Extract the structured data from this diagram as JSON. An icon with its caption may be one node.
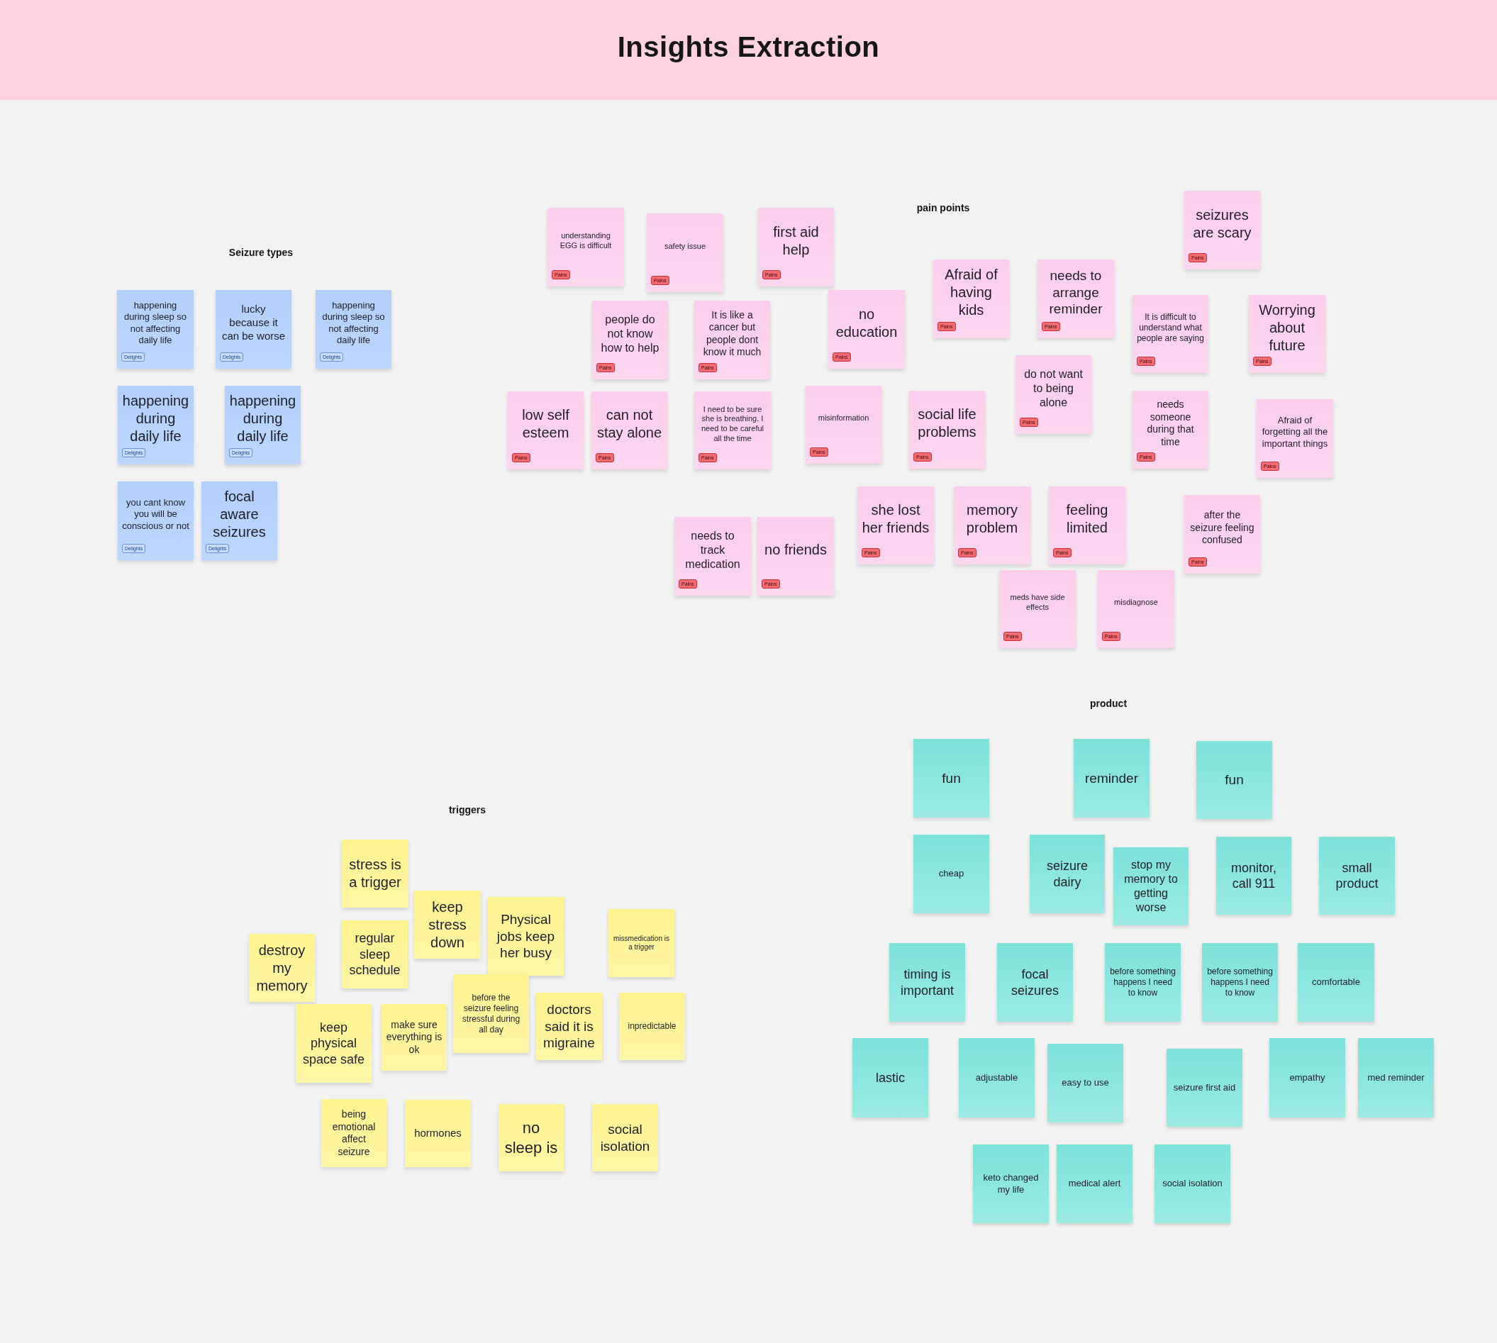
{
  "diagram": {
    "title": "Insights Extraction",
    "nodes": [
      {
        "text": [
          "happening during sleep so not affecting daily life",
          "Delights"
        ]
      },
      {
        "text": [
          "lucky because it can be worse",
          "Delights"
        ]
      },
      {
        "text": [
          "happening during sleep so not affecting daily life",
          "Delights"
        ]
      },
      {
        "text": [
          "happening during daily life",
          "Delights"
        ]
      },
      {
        "text": [
          "happening during daily life",
          "Delights"
        ]
      },
      {
        "text": [
          "you cant know you will be conscious or not",
          "Delights"
        ]
      },
      {
        "text": [
          "focal aware seizures",
          "Delights"
        ]
      },
      {
        "text": [
          "understanding EGG is difficult",
          "Pains"
        ]
      },
      {
        "text": [
          "safety issue",
          "Pains"
        ]
      },
      {
        "text": [
          "first aid help",
          "Pains"
        ]
      },
      {
        "text": [
          "seizures are scary",
          "Pains"
        ]
      },
      {
        "text": [
          "people do not know how to help",
          "Pains"
        ]
      },
      {
        "text": [
          "It is like a cancer but people dont know it much",
          "Pains"
        ]
      },
      {
        "text": [
          "no education",
          "Pains"
        ]
      },
      {
        "text": [
          "Afraid of having kids",
          "Pains"
        ]
      },
      {
        "text": [
          "needs to arrange reminder",
          "Pains"
        ]
      },
      {
        "text": [
          "It is difficult to understand what people are saying",
          "Pains"
        ]
      },
      {
        "text": [
          "Worrying about future",
          "Pains"
        ]
      },
      {
        "text": [
          "low self esteem",
          "Pains"
        ]
      },
      {
        "text": [
          "can not stay alone",
          "Pains"
        ]
      },
      {
        "text": [
          "I need to be sure she is breathing. I need to be careful all the time",
          "Pains"
        ]
      },
      {
        "text": [
          "misinformation",
          "Pains"
        ]
      },
      {
        "text": [
          "social life problems",
          "Pains"
        ]
      },
      {
        "text": [
          "do not want to being alone",
          "Pains"
        ]
      },
      {
        "text": [
          "needs someone during that time",
          "Pains"
        ]
      },
      {
        "text": [
          "Afraid of forgetting all the important things",
          "Pains"
        ]
      },
      {
        "text": [
          "needs to track medication",
          "Pains"
        ]
      },
      {
        "text": [
          "no friends",
          "Pains"
        ]
      },
      {
        "text": [
          "she lost her friends",
          "Pains"
        ]
      },
      {
        "text": [
          "memory problem",
          "Pains"
        ]
      },
      {
        "text": [
          "feeling limited",
          "Pains"
        ]
      },
      {
        "text": [
          "after the seizure feeling confused",
          "Pains"
        ]
      },
      {
        "text": [
          "meds have side effects",
          "Pains"
        ]
      },
      {
        "text": [
          "misdiagnose",
          "Pains"
        ]
      },
      {
        "text": [
          "stress is a trigger"
        ]
      },
      {
        "text": [
          "destroy my memory"
        ]
      },
      {
        "text": [
          "regular sleep schedule"
        ]
      },
      {
        "text": [
          "keep stress down"
        ]
      },
      {
        "text": [
          "Physical jobs keep her busy"
        ]
      },
      {
        "text": [
          "missmedication is a trigger"
        ]
      },
      {
        "text": [
          "keep physical space safe"
        ]
      },
      {
        "text": [
          "make sure everything is ok"
        ]
      },
      {
        "text": [
          "before the seizure feeling stressful during all day"
        ]
      },
      {
        "text": [
          "doctors said it is migraine"
        ]
      },
      {
        "text": [
          "inpredictable"
        ]
      },
      {
        "text": [
          "being emotional affect seizure"
        ]
      },
      {
        "text": [
          "hormones"
        ]
      },
      {
        "text": [
          "no sleep is"
        ]
      },
      {
        "text": [
          "social isolation"
        ]
      },
      {
        "text": [
          "fun"
        ]
      },
      {
        "text": [
          "reminder"
        ]
      },
      {
        "text": [
          "fun"
        ]
      },
      {
        "text": [
          "cheap"
        ]
      },
      {
        "text": [
          "seizure dairy"
        ]
      },
      {
        "text": [
          "stop my memory to getting worse"
        ]
      },
      {
        "text": [
          "monitor, call 911"
        ]
      },
      {
        "text": [
          "small product"
        ]
      },
      {
        "text": [
          "timing is important"
        ]
      },
      {
        "text": [
          "focal seizures"
        ]
      },
      {
        "text": [
          "before something happens I need to know"
        ]
      },
      {
        "text": [
          "before something happens I need to know"
        ]
      },
      {
        "text": [
          "comfortable"
        ]
      },
      {
        "text": [
          "lastic"
        ]
      },
      {
        "text": [
          "adjustable"
        ]
      },
      {
        "text": [
          "easy to use"
        ]
      },
      {
        "text": [
          "seizure first aid"
        ]
      },
      {
        "text": [
          "empathy"
        ]
      },
      {
        "text": [
          "med reminder"
        ]
      },
      {
        "text": [
          "keto changed my life"
        ]
      },
      {
        "text": [
          "medical alert"
        ]
      },
      {
        "text": [
          "social isolation"
        ]
      }
    ],
    "labels": [
      "Seizure types",
      "pain points",
      "triggers",
      "product"
    ]
  }
}
